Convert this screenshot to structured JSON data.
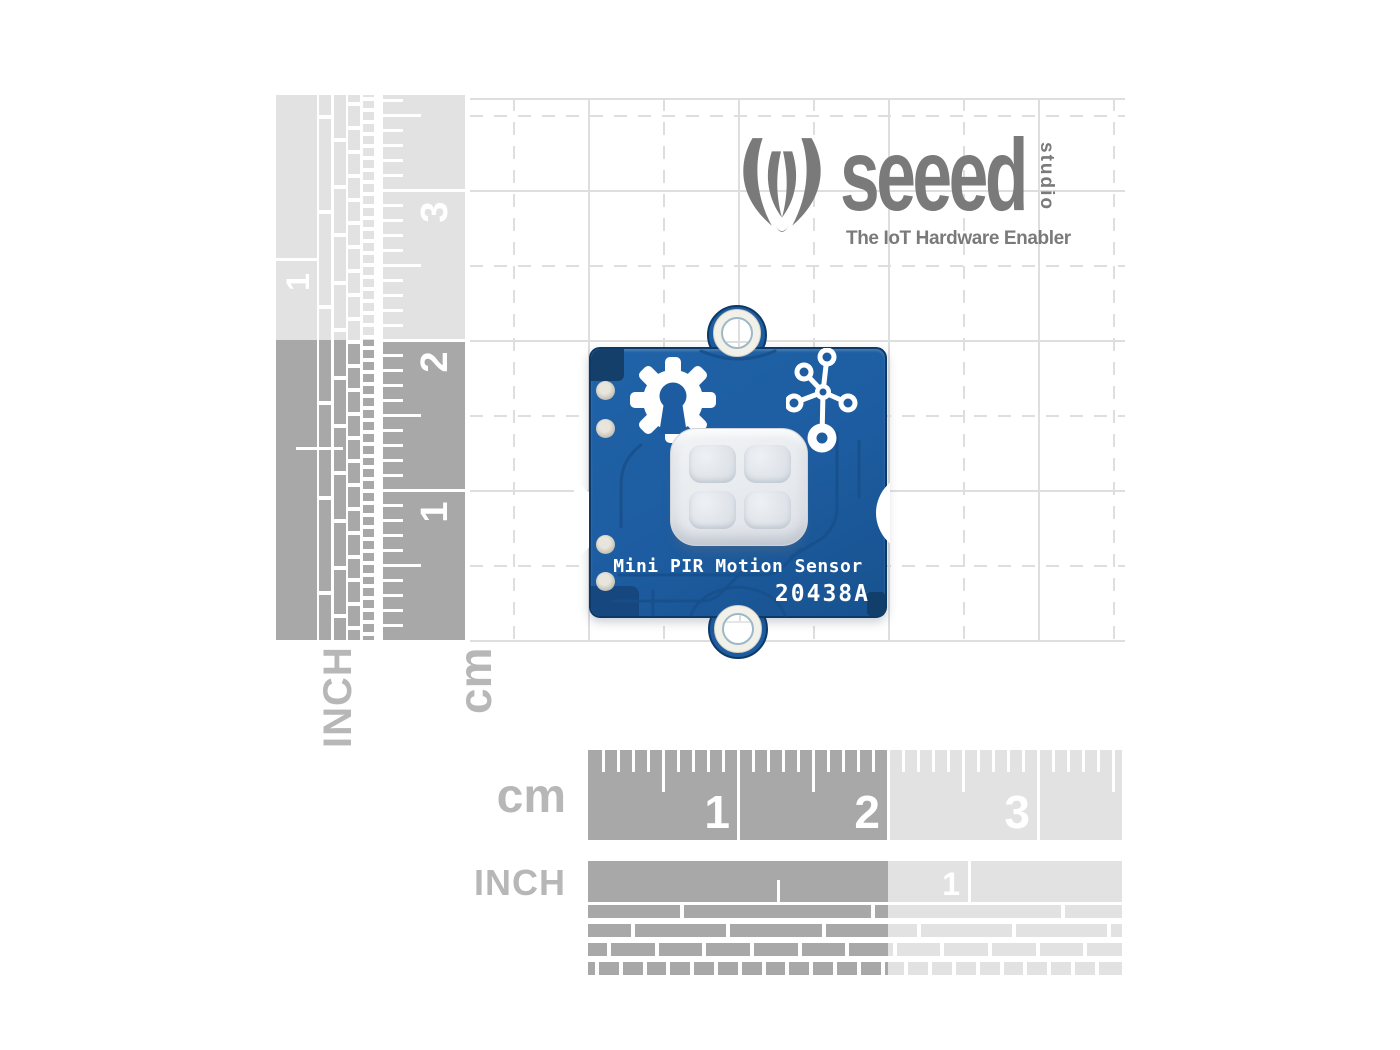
{
  "logo": {
    "brand": "seeed",
    "studio": "studio",
    "tagline": "The IoT Hardware Enabler",
    "icon": "seeed-lotus-icon",
    "color": "#7a7a7a"
  },
  "board": {
    "title": "Mini PIR Motion Sensor",
    "model": "20438A",
    "pcb_color": "#1d5ca0",
    "silkscreen_icons": [
      "gear-open-hardware-icon",
      "sensor-network-icon"
    ],
    "component": "pir-fresnel-lens"
  },
  "rulers": {
    "inch_label": "INCH",
    "cm_label": "cm",
    "v_cm_numbers": [
      "3",
      "2",
      "1"
    ],
    "v_inch_numbers": [
      "1"
    ],
    "h_cm_numbers": [
      "1",
      "2",
      "3"
    ],
    "h_inch_numbers": [
      "1"
    ]
  },
  "colors": {
    "ruler_dark": "#a8a8a8",
    "ruler_light": "#e2e2e2",
    "tick_white": "#ffffff",
    "grid_line": "#dedede",
    "label_gray": "#b7b7b7",
    "pcb_blue": "#1d5ca0",
    "pcb_trace": "#174f8b",
    "pcb_edge": "#0d3966"
  }
}
